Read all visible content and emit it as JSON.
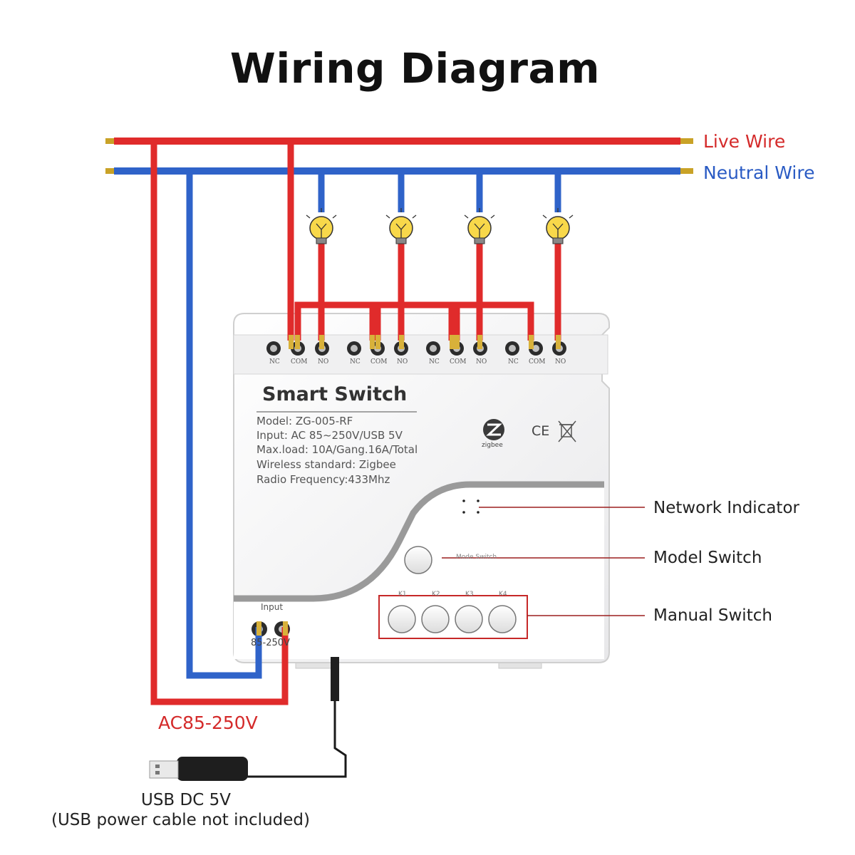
{
  "title": "Wiring Diagram",
  "wires": {
    "live_label": "Live Wire",
    "neutral_label": "Neutral Wire",
    "live_color": "#e02b2b",
    "neutral_color": "#2f63c9"
  },
  "supply_label": "AC85-250V",
  "usb": {
    "label": "USB DC 5V",
    "note": "(USB power cable not included)"
  },
  "device": {
    "title": "Smart  Switch",
    "specs": [
      "Model:  ZG-005-RF",
      "Input:  AC 85~250V/USB 5V",
      "Max.load:  10A/Gang.16A/Total",
      "Wireless standard:  Zigbee",
      "Radio Frequency:433Mhz"
    ],
    "zigbee_label": "zigbee",
    "ce_mark": "CE",
    "relay_terminals": [
      "NC",
      "COM",
      "NO"
    ],
    "input_label": "Input",
    "input_range": "85-250V",
    "mode_switch_label": "Mode Switch",
    "key_labels": [
      "K1",
      "K2",
      "K3",
      "K4"
    ]
  },
  "callouts": {
    "network_indicator": "Network Indicator",
    "model_switch": "Model Switch",
    "manual_switch": "Manual Switch"
  }
}
